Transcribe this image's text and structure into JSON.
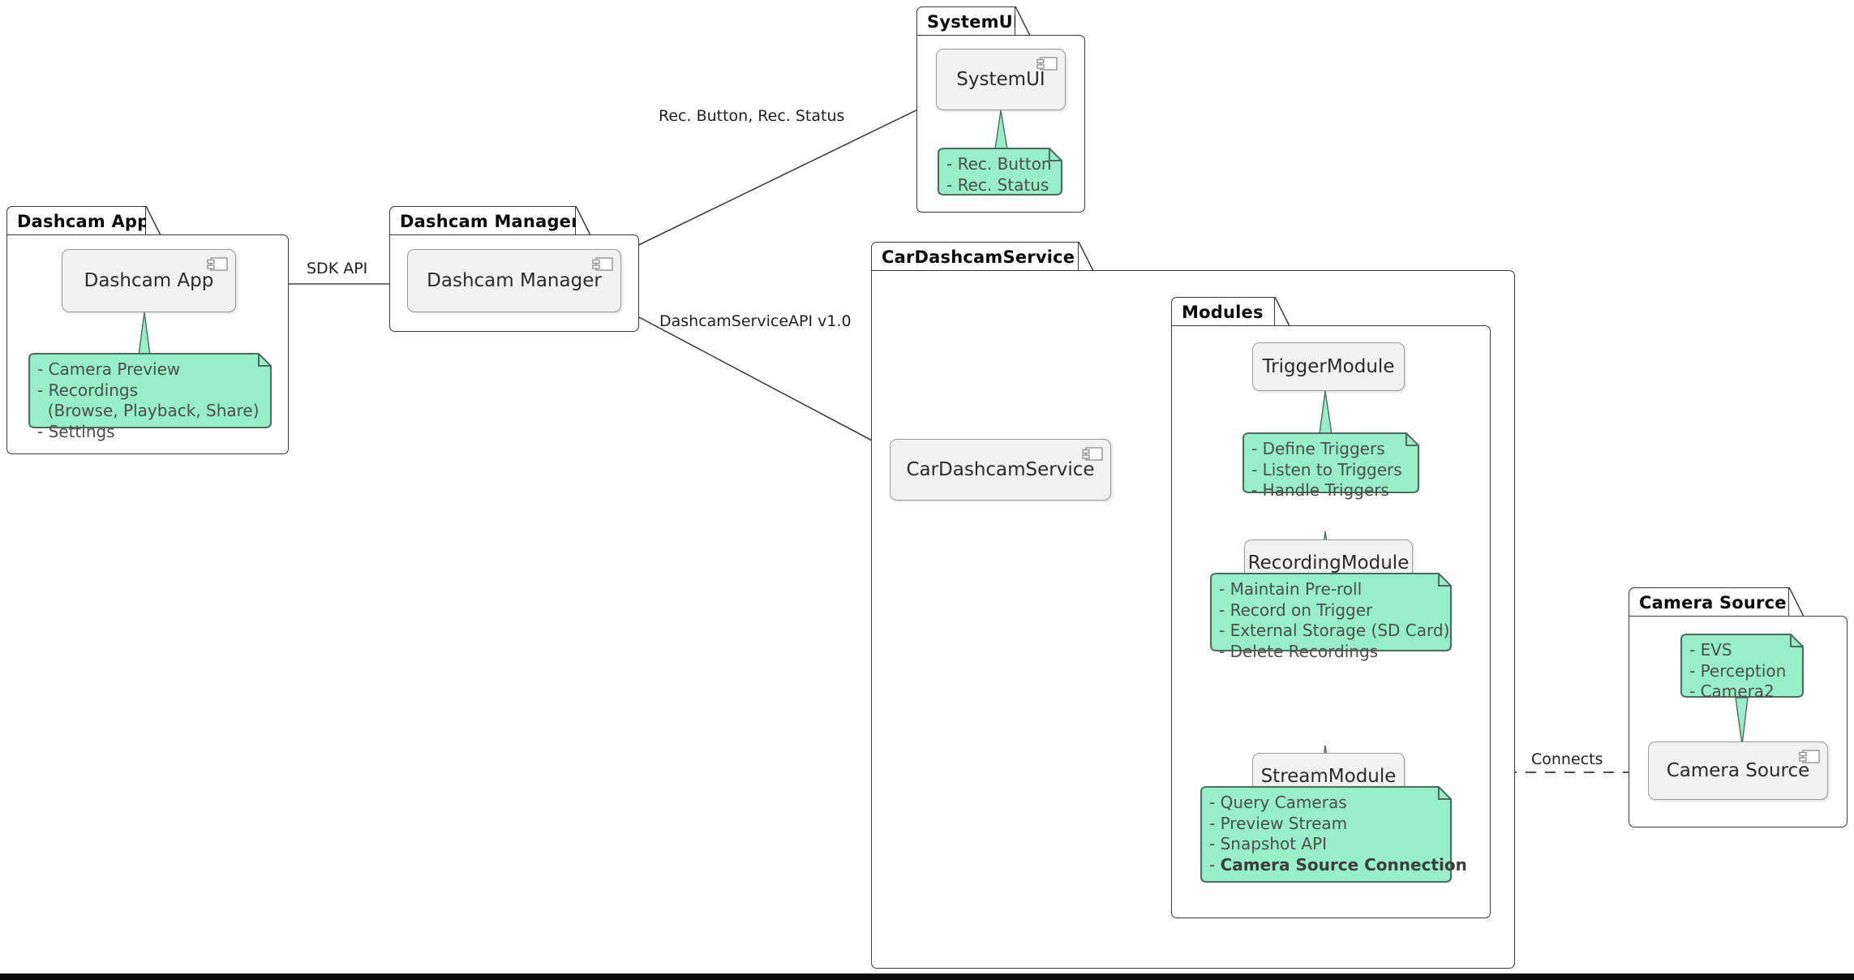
{
  "diagram": {
    "kind": "uml-component-diagram",
    "colors": {
      "note_fill": "#96EFC8",
      "note_border": "#4f6b5f",
      "component_fill": "#F1F1F1",
      "component_border": "#9a9a9a",
      "package_border": "#3a3a3a",
      "edge": "#3f3f3f",
      "text": "#2b2b2b",
      "note_text": "#4d4d4d",
      "background": "#ffffff"
    }
  },
  "packages": {
    "dashcam_app": {
      "title": "Dashcam App",
      "component": "Dashcam App",
      "note": "- Camera Preview\n- Recordings\n  (Browse, Playback, Share)\n- Settings"
    },
    "dashcam_manager": {
      "title": "Dashcam Manager",
      "component": "Dashcam Manager"
    },
    "system_ui": {
      "title": "SystemUI",
      "component": "SystemUI",
      "note": "- Rec. Button\n- Rec. Status"
    },
    "car_dashcam_service": {
      "title": "CarDashcamService",
      "component": "CarDashcamService"
    },
    "modules": {
      "title": "Modules",
      "trigger": {
        "component": "TriggerModule",
        "note": "- Define Triggers\n- Listen to Triggers\n- Handle Triggers"
      },
      "recording": {
        "component": "RecordingModule",
        "note": "- Maintain Pre-roll\n- Record on Trigger\n- External Storage (SD Card)\n- Delete Recordings"
      },
      "stream": {
        "component": "StreamModule",
        "note_lines": [
          "- Query Cameras",
          "- Preview Stream",
          "- Snapshot API",
          "- "
        ],
        "note_bold_line": "Camera Source Connection"
      }
    },
    "camera_source": {
      "title": "Camera Source",
      "component": "Camera Source",
      "note": "- EVS\n- Perception\n- Camera2"
    }
  },
  "edges": {
    "sdk_api": "SDK API",
    "rec_button_status": "Rec. Button, Rec. Status",
    "dashcam_service_api": "DashcamServiceAPI v1.0",
    "connects": "Connects"
  }
}
